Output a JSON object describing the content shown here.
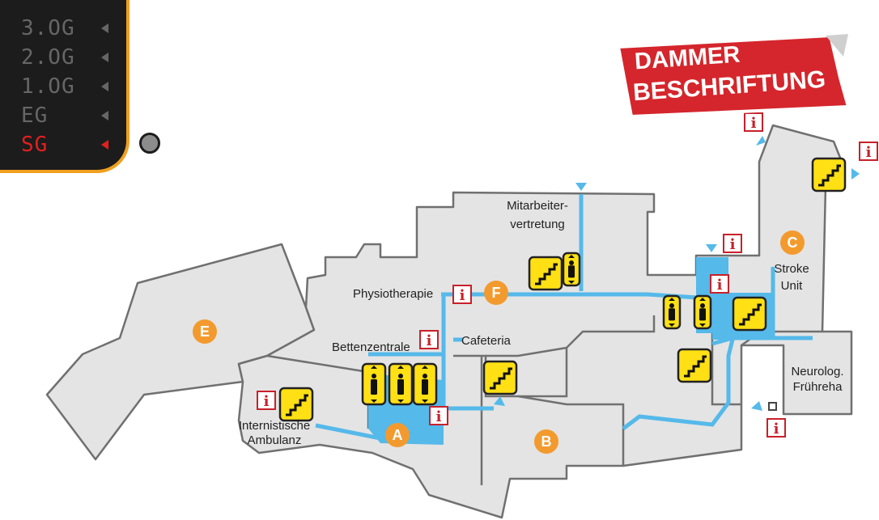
{
  "floor_selector": {
    "floors": [
      {
        "label": "3.OG",
        "active": false
      },
      {
        "label": "2.OG",
        "active": false
      },
      {
        "label": "1.OG",
        "active": false
      },
      {
        "label": "EG",
        "active": false
      },
      {
        "label": "SG",
        "active": true
      }
    ]
  },
  "brand": {
    "line1": "DAMMER",
    "line2": "BESCHRIFTUNG",
    "color": "#d4262c"
  },
  "colors": {
    "building": "#e4e4e4",
    "outline": "#707070",
    "corridor": "#55b9ea",
    "zone": "#f39a2e",
    "pictogram": "#ffe014",
    "info": "#c8202a"
  },
  "labels": {
    "mitarbeiter_l1": "Mitarbeiter-",
    "mitarbeiter_l2": "vertretung",
    "physiotherapie": "Physiotherapie",
    "bettenzentrale": "Bettenzentrale",
    "cafeteria": "Cafeteria",
    "stroke_l1": "Stroke",
    "stroke_l2": "Unit",
    "neurolog_l1": "Neurolog.",
    "neurolog_l2": "Frühreha",
    "intern_l1": "Internistische",
    "intern_l2": "Ambulanz"
  },
  "zones": [
    "A",
    "B",
    "C",
    "E",
    "F"
  ],
  "info_symbol": "i",
  "icons": {
    "stairs": "stairs-icon",
    "elevator": "elevator-icon",
    "info": "info-icon",
    "entrance": "entrance-arrow-icon"
  }
}
